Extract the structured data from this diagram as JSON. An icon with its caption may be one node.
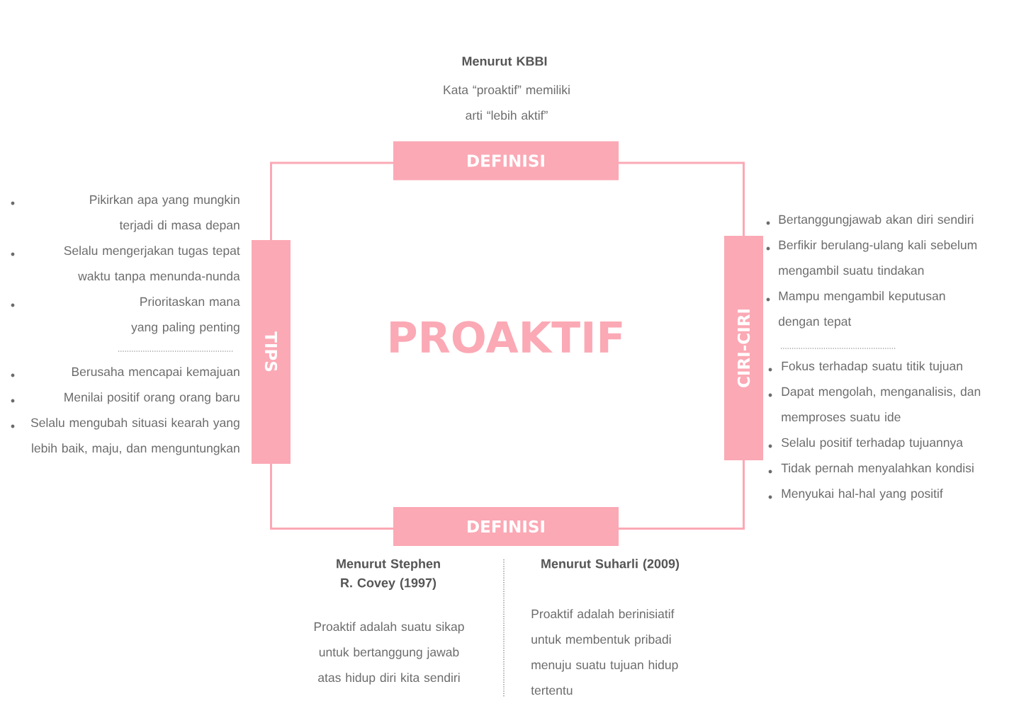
{
  "diagram": {
    "title": "PROAKTIF",
    "nodes": [
      {
        "text": [
          "DEFINISI"
        ]
      },
      {
        "text": [
          "TIPS"
        ]
      },
      {
        "text": [
          "CIRI-CIRI"
        ]
      },
      {
        "text": [
          "DEFINISI"
        ]
      }
    ],
    "edges": [
      {
        "from": 0,
        "to": 1,
        "arrow": "none"
      },
      {
        "from": 0,
        "to": 2,
        "arrow": "none"
      },
      {
        "from": 1,
        "to": 3,
        "arrow": "none"
      },
      {
        "from": 2,
        "to": 3,
        "arrow": "none"
      }
    ],
    "labels": [
      "Menurut KBBI",
      "Kata “proaktif” memiliki arti “lebih aktif”",
      "Pikirkan apa yang mungkin terjadi di masa depan",
      "Selalu mengerjakan tugas tepat waktu tanpa menunda-nunda",
      "Prioritaskan mana yang paling penting",
      "Berusaha mencapai kemajuan",
      "Menilai positif orang orang baru",
      "Selalu mengubah situasi kearah yang lebih baik, maju, dan menguntungkan",
      "Bertanggungjawab akan diri sendiri",
      "Berfikir berulang-ulang kali sebelum mengambil suatu tindakan",
      "Mampu mengambil keputusan dengan tepat",
      "Fokus terhadap suatu titik tujuan",
      "Dapat mengolah, menganalisis, dan memproses suatu ide",
      "Selalu positif terhadap tujuannya",
      "Tidak pernah menyalahkan kondisi",
      "Menyukai hal-hal yang positif",
      "Menurut Stephen R. Covey (1997)",
      "Proaktif adalah suatu sikap untuk bertanggung jawab atas hidup diri kita sendiri",
      "Menurut Suharli (2009)",
      "Proaktif adalah berinisiatif untuk membentuk pribadi menuju suatu tujuan hidup tertentu"
    ]
  }
}
